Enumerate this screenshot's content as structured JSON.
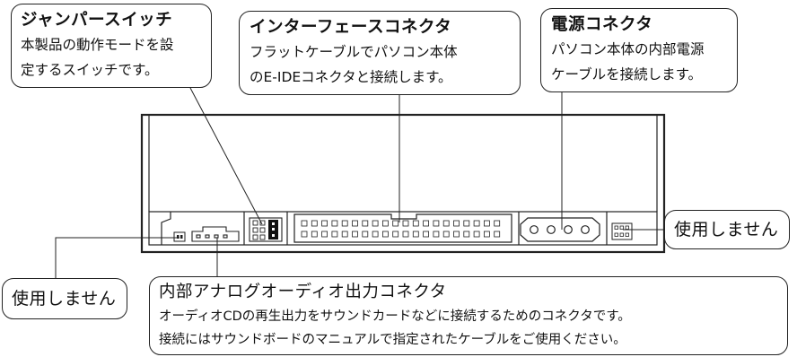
{
  "callouts": {
    "jumper": {
      "title": "ジャンパースイッチ",
      "lines": [
        "本製品の動作モードを設",
        "定するスイッチです。"
      ]
    },
    "interface": {
      "title": "インターフェースコネクタ",
      "lines": [
        "フラットケーブルでパソコン本体",
        "のE-IDEコネクタと接続します。"
      ]
    },
    "power": {
      "title": "電源コネクタ",
      "lines": [
        "パソコン本体の内部電源",
        "ケーブルを接続します。"
      ]
    },
    "unused_right": {
      "title": "使用しません"
    },
    "unused_left": {
      "title": "使用しません"
    },
    "audio": {
      "title": "内部アナログオーディオ出力コネクタ",
      "lines": [
        "オーディオCDの再生出力をサウンドカードなどに接続するためのコネクタです。",
        "接続にはサウンドボードのマニュアルで指定されたケーブルをご使用ください。"
      ]
    }
  }
}
